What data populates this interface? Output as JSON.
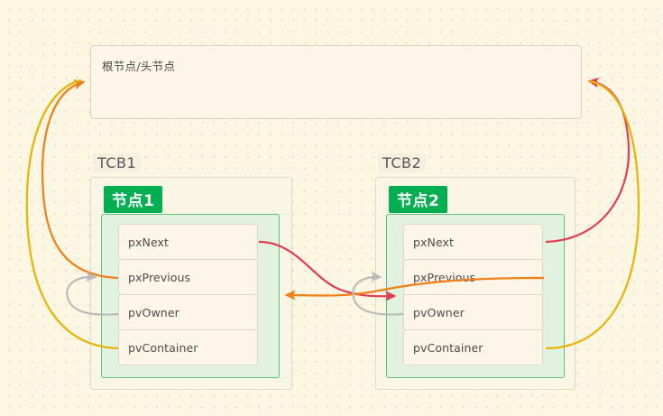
{
  "diagram": {
    "title_text": "根节点/头节点",
    "background_color": "#fdf6e3",
    "grid_dot_color": "#e4dcc8"
  },
  "root_node": {
    "label": "根节点/头节点"
  },
  "blocks": [
    {
      "id": "tcb1",
      "title": "TCB1",
      "node_badge": "节点1",
      "fields": [
        {
          "name": "pxNext"
        },
        {
          "name": "pxPrevious"
        },
        {
          "name": "pvOwner"
        },
        {
          "name": "pvContainer"
        }
      ]
    },
    {
      "id": "tcb2",
      "title": "TCB2",
      "node_badge": "节点2",
      "fields": [
        {
          "name": "pxNext"
        },
        {
          "name": "pxPrevious"
        },
        {
          "name": "pvOwner"
        },
        {
          "name": "pvContainer"
        }
      ]
    }
  ],
  "colors": {
    "node_green": "#00b050",
    "node_container_fill": "#e3f2e0",
    "node_container_border": "#5ec47a",
    "field_fill": "#fdf6e8",
    "field_border": "#ddd7c8",
    "arrow_red": "#e03e52",
    "arrow_orange": "#ef8018",
    "arrow_yellow": "#e8b400",
    "arrow_gray": "#bbbbbb",
    "text": "#4c4c4c",
    "title_text": "#555555"
  },
  "arrows": [
    {
      "name": "tcb1-pxprevious-to-root",
      "color": "#ef8018",
      "from": "tcb1.pxPrevious",
      "to": "root_node.left"
    },
    {
      "name": "tcb1-pvcontainer-to-root",
      "color": "#e8b400",
      "from": "tcb1.pvContainer",
      "to": "root_node.left"
    },
    {
      "name": "tcb2-pxnext-to-root",
      "color": "#e03e52",
      "from": "tcb2.pxNext",
      "to": "root_node.right"
    },
    {
      "name": "tcb2-pvcontainer-to-root",
      "color": "#e8b400",
      "from": "tcb2.pvContainer",
      "to": "root_node.right"
    },
    {
      "name": "tcb1-pxnext-to-tcb2",
      "color": "#e03e52",
      "from": "tcb1.pxNext",
      "to": "tcb2.pvOwner"
    },
    {
      "name": "tcb2-pxprevious-to-tcb1",
      "color": "#ef8018",
      "from": "tcb2.pxPrevious",
      "to": "tcb1.pvOwner"
    },
    {
      "name": "tcb1-pvowner-selfloop",
      "color": "#bbbbbb",
      "from": "tcb1.pvOwner",
      "to": "tcb1.pxPrevious"
    },
    {
      "name": "tcb2-pvowner-selfloop",
      "color": "#bbbbbb",
      "from": "tcb2.pvOwner",
      "to": "tcb2.pxPrevious"
    }
  ]
}
